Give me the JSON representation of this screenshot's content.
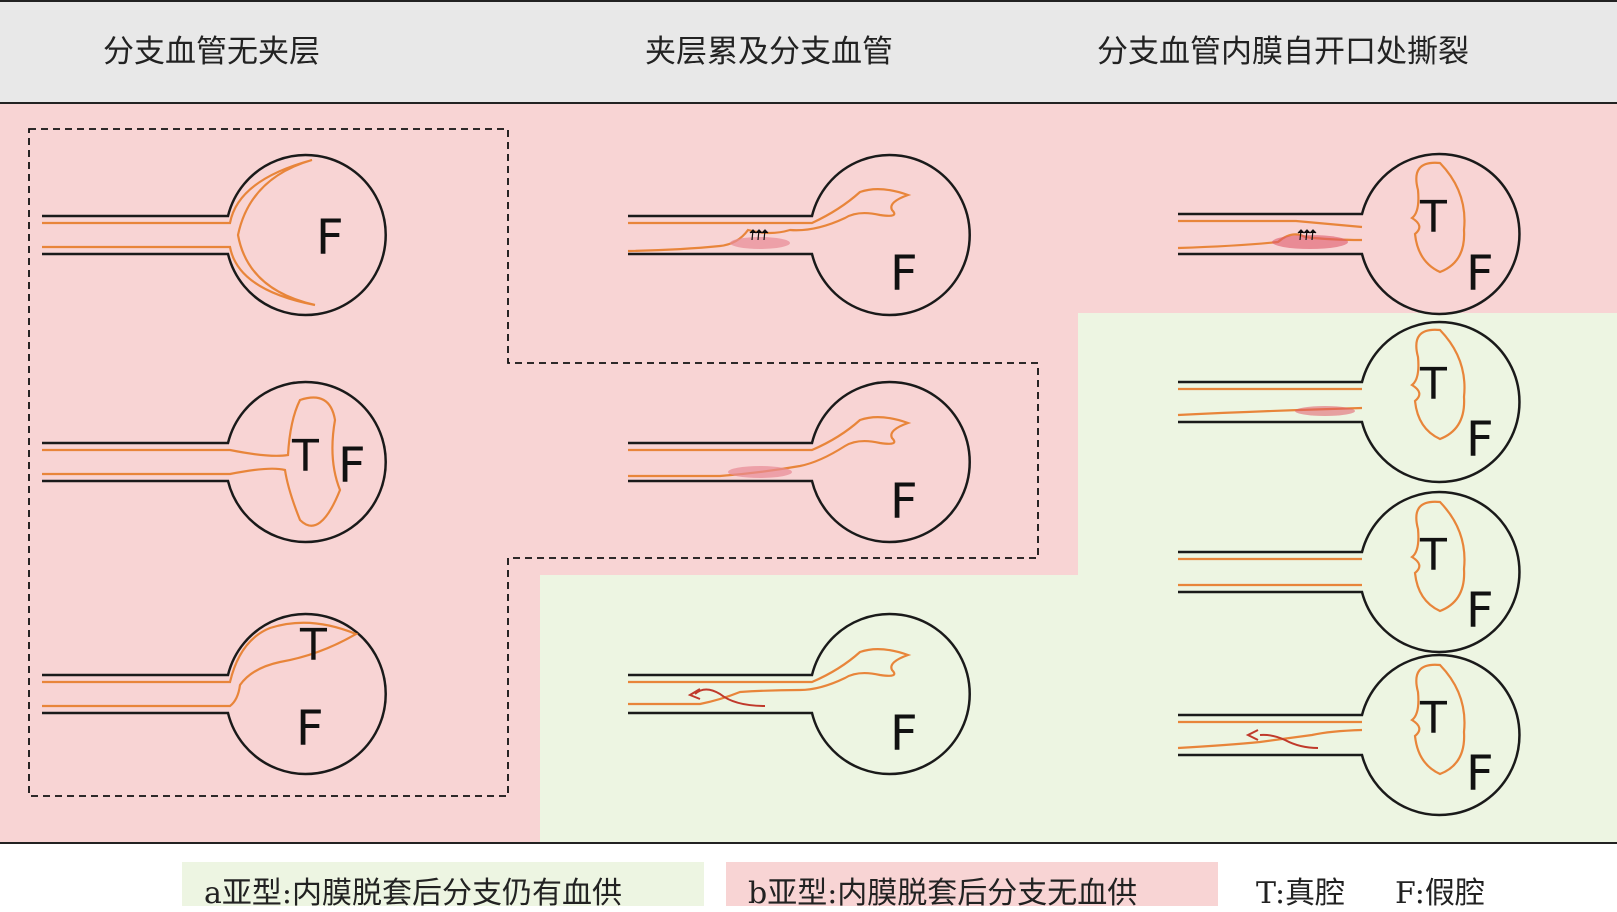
{
  "header": {
    "col1": "分支血管无夹层",
    "col2": "夹层累及分支血管",
    "col3": "分支血管内膜自开口处撕裂"
  },
  "panels": [
    {
      "col": 1,
      "row": 1,
      "labels": [
        "F"
      ]
    },
    {
      "col": 1,
      "row": 2,
      "labels": [
        "T",
        "F"
      ]
    },
    {
      "col": 1,
      "row": 3,
      "labels": [
        "T",
        "F"
      ]
    },
    {
      "col": 2,
      "row": 1,
      "labels": [
        "F"
      ]
    },
    {
      "col": 2,
      "row": 2,
      "labels": [
        "F"
      ]
    },
    {
      "col": 2,
      "row": 3,
      "labels": [
        "F"
      ]
    },
    {
      "col": 3,
      "row": 1,
      "labels": [
        "T",
        "F"
      ]
    },
    {
      "col": 3,
      "row": 2,
      "labels": [
        "T",
        "F"
      ]
    },
    {
      "col": 3,
      "row": 3,
      "labels": [
        "T",
        "F"
      ]
    },
    {
      "col": 3,
      "row": 4,
      "labels": [
        "T",
        "F"
      ]
    }
  ],
  "legend": {
    "a_label": "a亚型:内膜脱套后分支仍有血供",
    "b_label": "b亚型:内膜脱套后分支无血供",
    "t_key": "T:真腔",
    "f_key": "F:假腔"
  },
  "colors": {
    "pink_region": "#f8d4d4",
    "green_region": "#edf5e2",
    "vessel_wall": "#1a1a1a",
    "intima": "#e8853a",
    "flow_arrow": "#c0392b",
    "header_bg": "#e8e8e8"
  }
}
